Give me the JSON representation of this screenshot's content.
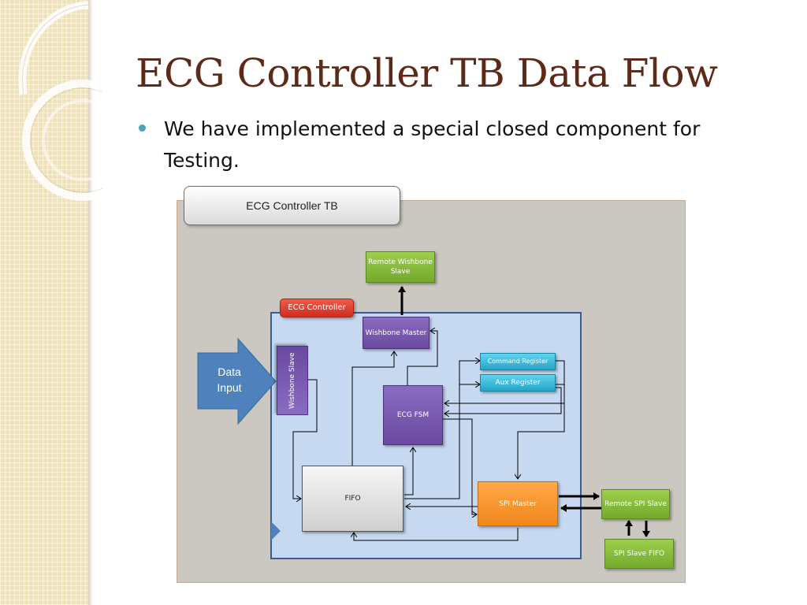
{
  "slide": {
    "title": "ECG Controller TB Data Flow",
    "bullet": "We have implemented a special closed component for Testing."
  },
  "diagram": {
    "tb_title": "ECG Controller TB",
    "ecg_controller": "ECG Controller",
    "remote_wishbone_slave": "Remote Wishbone Slave",
    "wishbone_master": "Wishbone Master",
    "wishbone_slave": "Wishbone Slave",
    "command_register": "Command Register",
    "aux_register": "Aux Register",
    "ecg_fsm": "ECG FSM",
    "fifo": "FIFO",
    "spi_master": "SPI Master",
    "remote_spi_slave": "Remote SPI Slave",
    "spi_slave_fifo": "SPI Slave FIFO",
    "data_input": "Data Input"
  },
  "colors": {
    "title": "#5c2a17",
    "bullet": "#4ba3b8",
    "green_block": "#8cc63f",
    "purple_block": "#7a5bb3",
    "cyan_block": "#31b5d8",
    "orange_block": "#f7931e",
    "red_block": "#e03a2c",
    "controller_area": "#c6d9f1",
    "data_input_arrow": "#4f81bd"
  }
}
